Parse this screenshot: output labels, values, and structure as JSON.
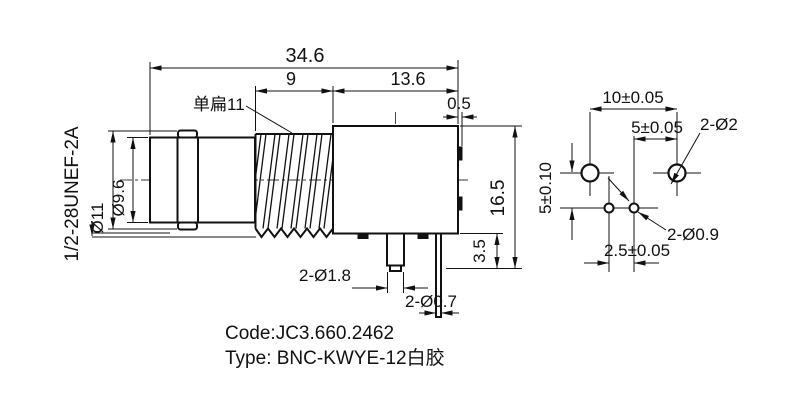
{
  "drawing": {
    "side_view": {
      "dim_overall_length": "34.6",
      "dim_thread_length": "9",
      "dim_body_length": "13.6",
      "dim_tab_offset": "0.5",
      "label_flat": "单扁11",
      "thread_spec": "1/2-28UNEF-2A",
      "dim_outer_diameter": "Ø11",
      "dim_inner_diameter": "Ø9.6",
      "dim_overall_height": "16.5",
      "dim_pin_standoff": "3.5",
      "dim_ground_pins": "2-Ø1.8",
      "dim_signal_pins": "2-Ø0.7"
    },
    "footprint_view": {
      "dim_large_hole_spacing": "10±0.05",
      "dim_signal_hole_offset": "5±0.05",
      "dim_row_spacing": "5±0.10",
      "dim_small_hole_spacing": "2.5±0.05",
      "label_large_holes": "2-Ø2",
      "label_small_holes": "2-Ø0.9"
    },
    "notes": {
      "code_line": "Code:JC3.660.2462",
      "type_line": "Type: BNC-KWYE-12白胶"
    },
    "colors": {
      "line": "#111111",
      "background": "#ffffff"
    }
  }
}
